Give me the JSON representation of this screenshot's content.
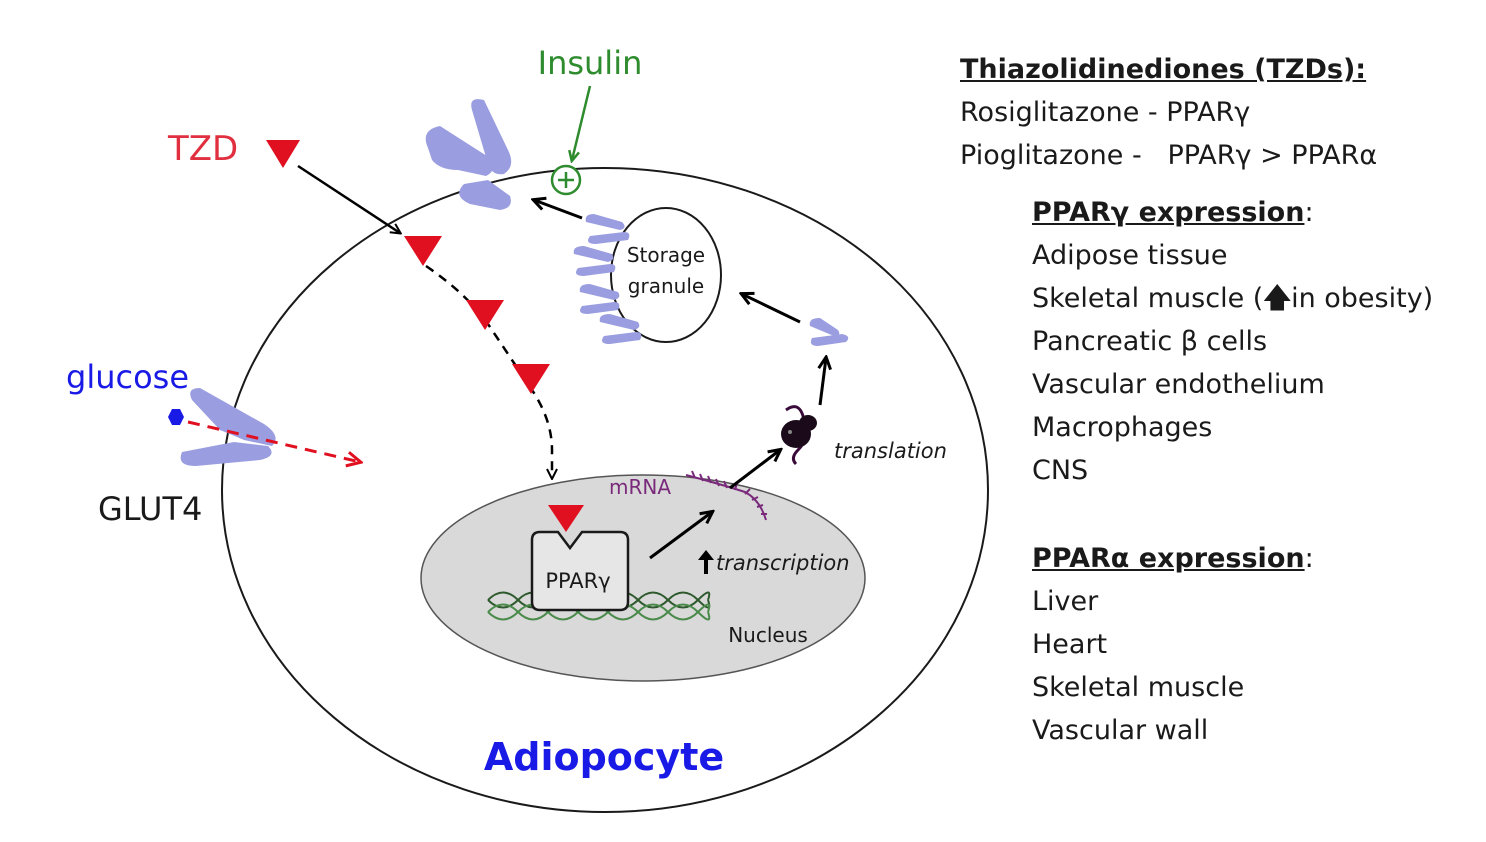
{
  "diagram": {
    "cell_label": "Adiopocyte",
    "insulin_label": "Insulin",
    "tzd_label": "TZD",
    "glucose_label": "glucose",
    "glut4_label": "GLUT4",
    "storage_label_line1": "Storage",
    "storage_label_line2": "granule",
    "translation_label": "translation",
    "mrna_label": "mRNA",
    "transcription_label": "transcription",
    "ppar_label": "PPARγ",
    "nucleus_label": "Nucleus",
    "colors": {
      "insulin": "#2e8b2e",
      "tzd": "#e01020",
      "glucose": "#1a1ae6",
      "cell_label": "#1a1ae6",
      "receptor": "#9a9ee0",
      "mrna": "#7a2a7a",
      "nucleus_fill": "#d9d9d9"
    }
  },
  "legend": {
    "tzd_heading": "Thiazolidinediones (TZDs):",
    "tzd_items": [
      "Rosiglitazone - PPARγ",
      "Pioglitazone -   PPARγ > PPARα"
    ],
    "ppar_gamma_heading": "PPARγ expression",
    "ppar_gamma_heading_suffix": ":",
    "ppar_gamma_items": {
      "item1": "Adipose tissue",
      "item2_prefix": "Skeletal muscle (",
      "item2_arrow": "🡅",
      "item2_suffix": "in obesity)",
      "item3": "Pancreatic β cells",
      "item4": "Vascular endothelium",
      "item5": "Macrophages",
      "item6": "CNS"
    },
    "ppar_alpha_heading": "PPARα expression",
    "ppar_alpha_heading_suffix": ":",
    "ppar_alpha_items": [
      "Liver",
      "Heart",
      "Skeletal muscle",
      "Vascular wall"
    ]
  }
}
